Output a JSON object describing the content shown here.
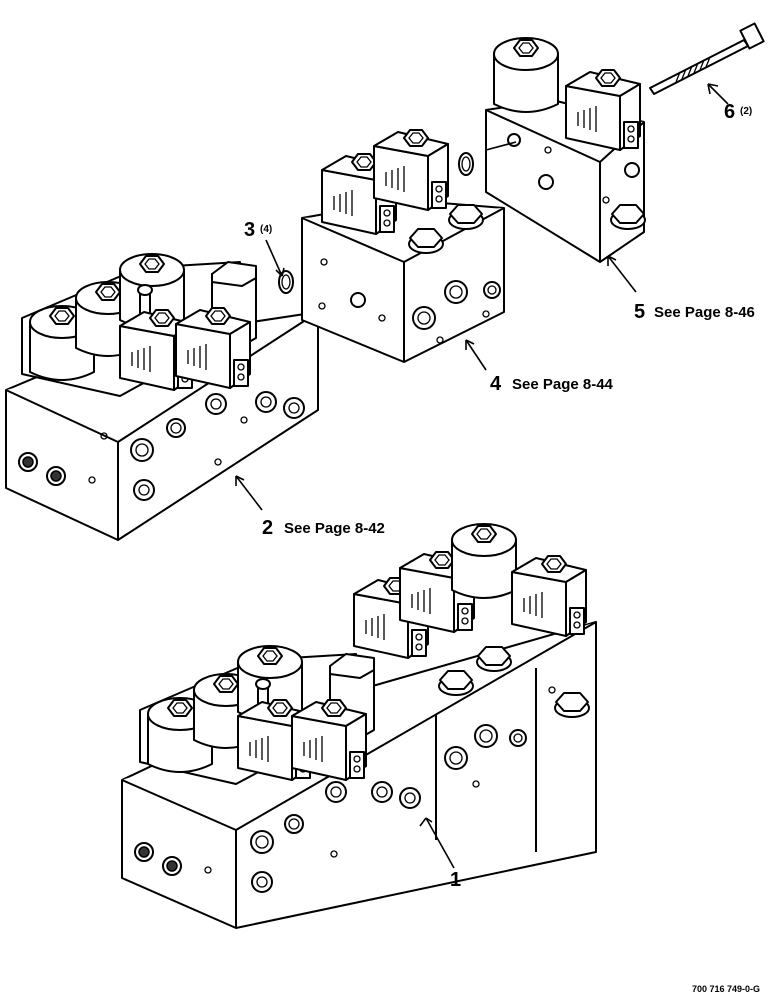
{
  "callouts": [
    {
      "number": "1",
      "qty": "",
      "reference": ""
    },
    {
      "number": "2",
      "qty": "",
      "reference": "See Page 8-42"
    },
    {
      "number": "3",
      "qty": "(4)",
      "reference": ""
    },
    {
      "number": "4",
      "qty": "",
      "reference": "See Page 8-44"
    },
    {
      "number": "5",
      "qty": "",
      "reference": "See Page 8-46"
    },
    {
      "number": "6",
      "qty": "(2)",
      "reference": ""
    }
  ],
  "figure_code": "700 716 749-0-G"
}
